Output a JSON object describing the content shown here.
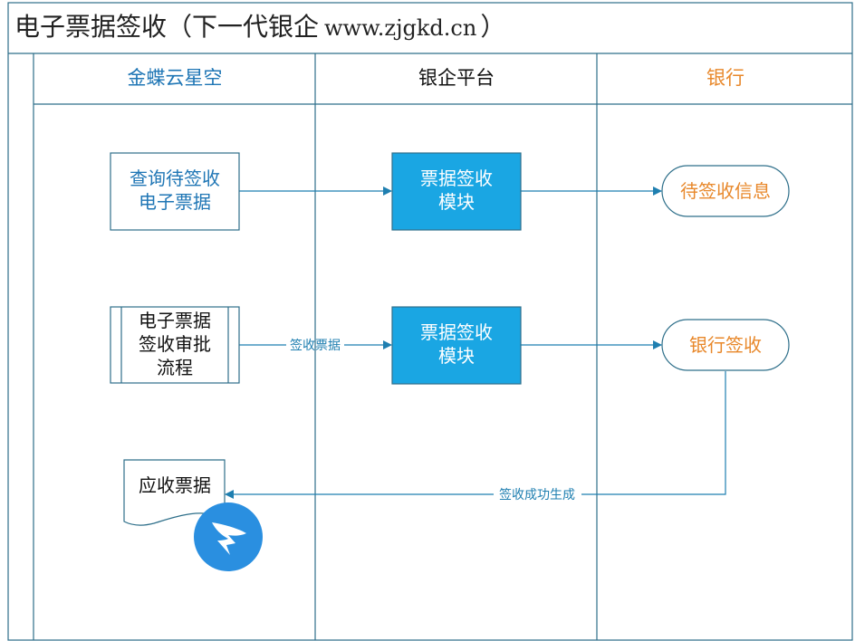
{
  "title": {
    "main": "电子票据签收（下一代银企",
    "url": "www.zjgkd.cn",
    "close": "）"
  },
  "lanes": {
    "kingdee": "金蝶云星空",
    "platform": "银企平台",
    "bank": "银行"
  },
  "nodes": {
    "query": [
      "查询待签收",
      "电子票据"
    ],
    "module1": [
      "票据签收",
      "模块"
    ],
    "pending_info": "待签收信息",
    "approval": [
      "电子票据",
      "签收审批",
      "流程"
    ],
    "module2": [
      "票据签收",
      "模块"
    ],
    "bank_sign": "银行签收",
    "receivable": "应收票据"
  },
  "edges": {
    "sign_bill": "签收票据",
    "sign_success": "签收成功生成"
  },
  "colors": {
    "border": "#2e6f8a",
    "lane_header_blue": "#1f76b5",
    "lane_header_orange": "#e8882b",
    "module_fill": "#1aa6e3",
    "arrow": "#1f7fb0",
    "text_orange": "#e8882b",
    "logo_blue": "#2a8fe0"
  },
  "icons": {
    "logo": "dingtalk-logo-icon"
  }
}
